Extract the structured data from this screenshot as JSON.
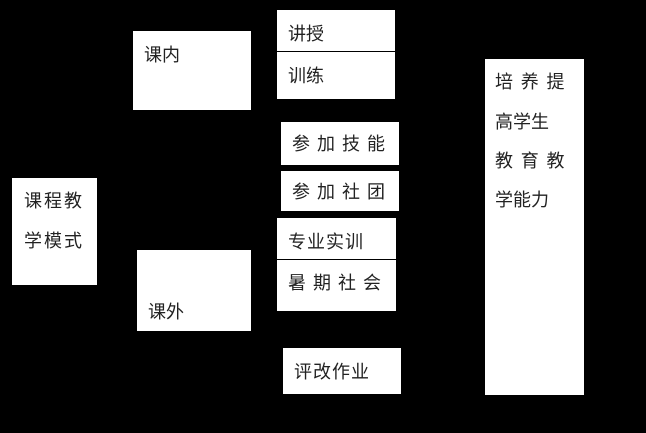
{
  "nodes": {
    "root": [
      "课程教",
      "学模式"
    ],
    "in_class": "课内",
    "out_class": "课外",
    "lecture": "讲授",
    "training": "训练",
    "skills": "参加技能",
    "clubs": "参加社团",
    "practice": "专业实训",
    "summer": "暑期社会",
    "grading": "评改作业",
    "goal": [
      "培 养 提",
      "高学生",
      "教 育 教",
      "学能力"
    ]
  }
}
